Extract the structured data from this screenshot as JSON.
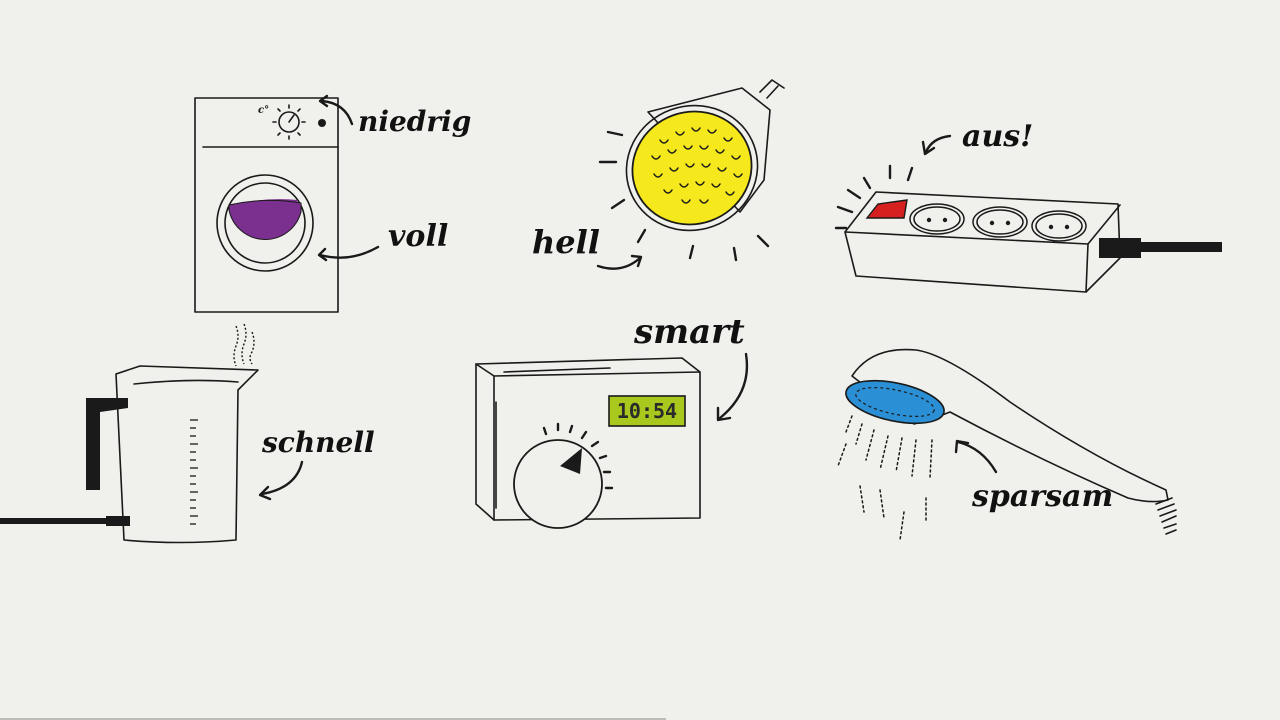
{
  "labels": {
    "niedrig": "niedrig",
    "voll": "voll",
    "hell": "hell",
    "aus": "aus!",
    "schnell": "schnell",
    "smart": "smart",
    "sparsam": "sparsam"
  },
  "thermostat": {
    "display_time": "10:54"
  },
  "colors": {
    "background": "#f0f0ec",
    "drum": "#7b2f8f",
    "bulb": "#f5e81c",
    "switch": "#d62020",
    "lcd": "#a8c81e",
    "shower_head": "#2a8fd4"
  },
  "icons": {
    "washing_machine": "washing-machine-icon",
    "light_bulb": "led-spotlight-icon",
    "power_strip": "power-strip-icon",
    "kettle": "electric-kettle-icon",
    "thermostat": "thermostat-icon",
    "shower": "shower-head-icon"
  },
  "progress": {
    "fraction": 0.52
  }
}
